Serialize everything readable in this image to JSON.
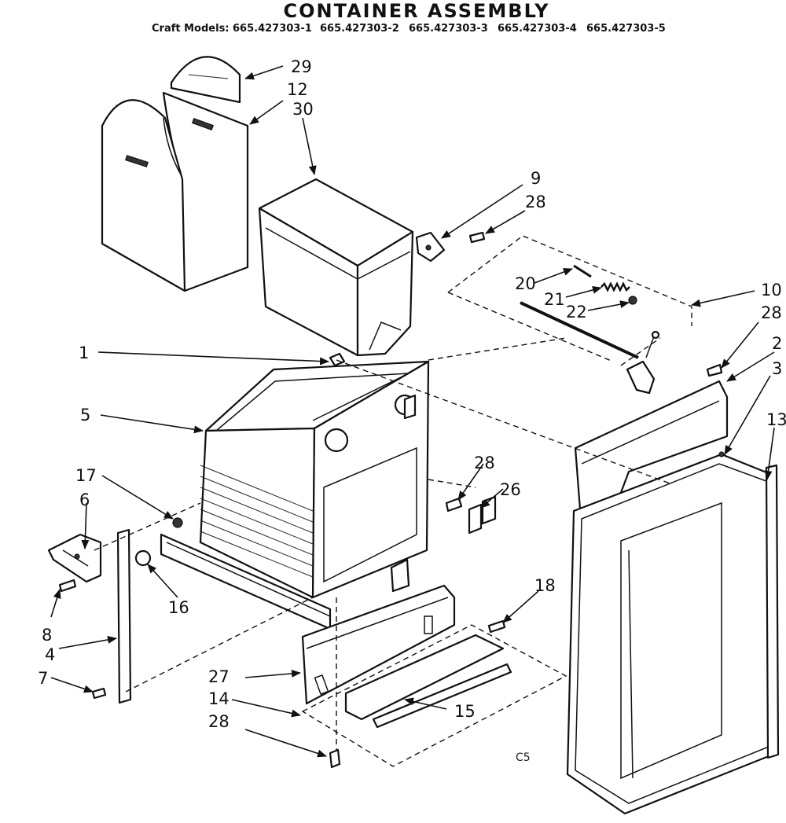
{
  "diagram": {
    "title": "CONTAINER ASSEMBLY",
    "models_label": "Craft Models:",
    "models": [
      "665.427303-1",
      "665.427303-2",
      "665.427303-3",
      "665.427303-4",
      "665.427303-5"
    ],
    "code": "C5",
    "callouts": {
      "c1": "1",
      "c2": "2",
      "c3": "3",
      "c4": "4",
      "c5": "5",
      "c6": "6",
      "c7": "7",
      "c8": "8",
      "c9": "9",
      "c10": "10",
      "c12": "12",
      "c13": "13",
      "c14": "14",
      "c15": "15",
      "c16": "16",
      "c17": "17",
      "c18": "18",
      "c20": "20",
      "c21": "21",
      "c22": "22",
      "c26": "26",
      "c27": "27",
      "c28a": "28",
      "c28b": "28",
      "c28c": "28",
      "c28d": "28",
      "c29": "29",
      "c30": "30"
    }
  }
}
